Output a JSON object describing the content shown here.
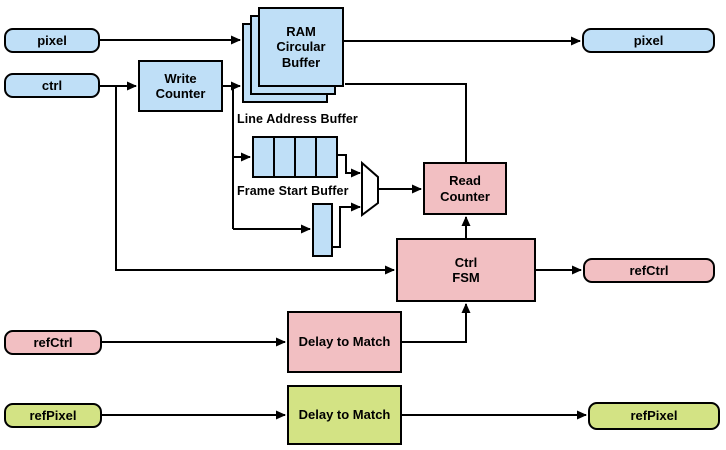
{
  "diagram_type": "block-diagram",
  "colors": {
    "block_blue": "#BFDFF7",
    "block_pink": "#F2BFC2",
    "block_green": "#D3E384",
    "line_color": "#000000",
    "background": "#FFFFFF"
  },
  "ports": {
    "pixel_in": "pixel",
    "ctrl_in": "ctrl",
    "refctrl_in": "refCtrl",
    "refpixel_in": "refPixel",
    "pixel_out": "pixel",
    "refctrl_out": "refCtrl",
    "refpixel_out": "refPixel"
  },
  "blocks": {
    "write_counter": {
      "line1": "Write",
      "line2": "Counter"
    },
    "ram": {
      "line1": "RAM",
      "line2": "Circular",
      "line3": "Buffer"
    },
    "read_counter": {
      "line1": "Read",
      "line2": "Counter"
    },
    "ctrl_fsm": {
      "line1": "Ctrl",
      "line2": "FSM"
    },
    "delay_ctrl": "Delay to Match",
    "delay_pixel": "Delay to Match"
  },
  "labels": {
    "line_address_buffer": "Line Address Buffer",
    "frame_start_buffer": "Frame Start Buffer"
  }
}
